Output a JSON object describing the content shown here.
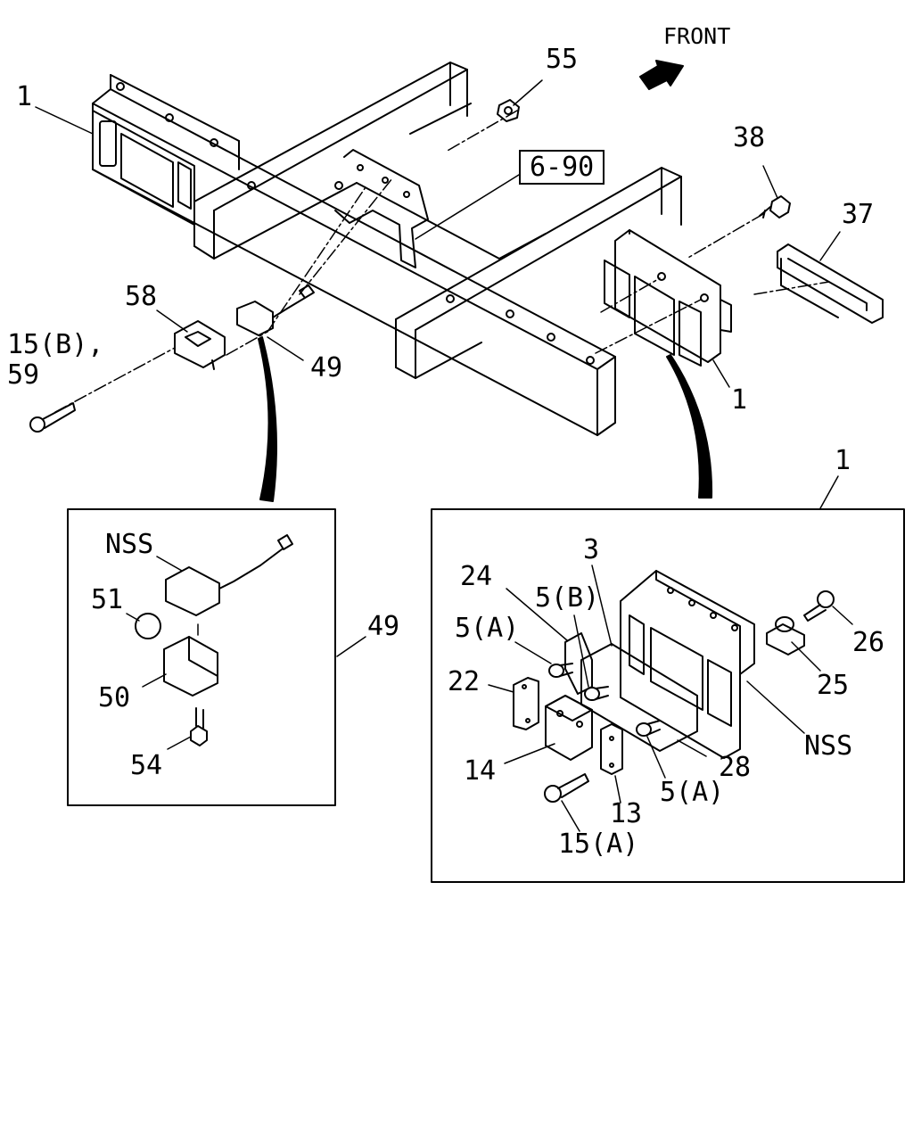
{
  "front_label": "FRONT",
  "section_ref": "6-90",
  "callouts": {
    "c1_top": "1",
    "c1_mid": "1",
    "c1_inset": "1",
    "c55": "55",
    "c38": "38",
    "c37": "37",
    "c58": "58",
    "c15b": "15(B),",
    "c59": "59",
    "c49_main": "49",
    "c49_inset": "49",
    "nss_left": "NSS",
    "c51": "51",
    "c50": "50",
    "c54": "54",
    "c3": "3",
    "c24": "24",
    "c5b": "5(B)",
    "c5a_upper": "5(A)",
    "c22": "22",
    "c14": "14",
    "c13": "13",
    "c15a": "15(A)",
    "c5a_lower": "5(A)",
    "c28": "28",
    "nss_right": "NSS",
    "c25": "25",
    "c26": "26"
  }
}
